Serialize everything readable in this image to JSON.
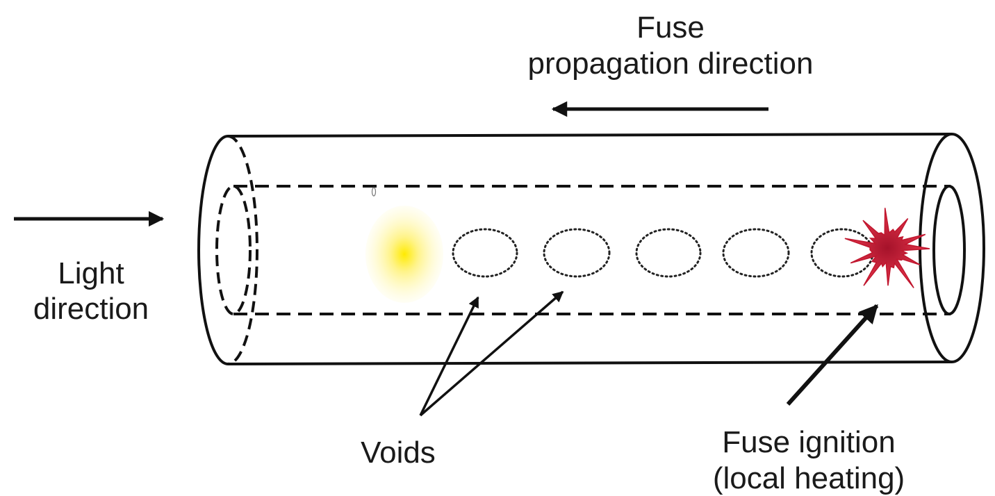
{
  "labels": {
    "propagation_line1": "Fuse",
    "propagation_line2": "propagation direction",
    "light_line1": "Light",
    "light_line2": "direction",
    "voids": "Voids",
    "ignition_line1": "Fuse ignition",
    "ignition_line2": "(local heating)"
  },
  "colors": {
    "stroke": "#111111",
    "glow": "#fff27a",
    "ignition": "#d9263a"
  },
  "icons": {
    "ignition": "starburst-icon",
    "glow": "light-glow"
  }
}
